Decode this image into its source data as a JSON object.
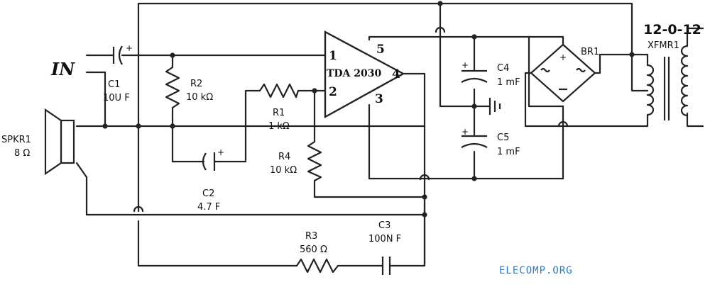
{
  "input": {
    "label": "IN"
  },
  "ic": {
    "name": "TDA 2030",
    "pins": [
      "1",
      "2",
      "3",
      "4",
      "5"
    ]
  },
  "transformer": {
    "rating": "12-0-12",
    "ref": "XFMR1"
  },
  "bridge": {
    "ref": "BR1"
  },
  "speaker": {
    "ref": "SPKR1",
    "value": "8 Ω"
  },
  "capacitors": {
    "c1": {
      "ref": "C1",
      "value": "10U F"
    },
    "c2": {
      "ref": "C2",
      "value": "4.7 F"
    },
    "c3": {
      "ref": "C3",
      "value": "100N F"
    },
    "c4": {
      "ref": "C4",
      "value": "1 mF"
    },
    "c5": {
      "ref": "C5",
      "value": "1 mF"
    }
  },
  "resistors": {
    "r1": {
      "ref": "R1",
      "value": "1 kΩ"
    },
    "r2": {
      "ref": "R2",
      "value": "10 kΩ"
    },
    "r3": {
      "ref": "R3",
      "value": "560 Ω"
    },
    "r4": {
      "ref": "R4",
      "value": "10 kΩ"
    }
  },
  "polarity": {
    "plus": "+"
  },
  "watermark": {
    "text": "ELECOMP.ORG"
  },
  "colors": {
    "wire": "#222222",
    "highlight": "#f5e23a",
    "brand": "#2a7ad5"
  }
}
